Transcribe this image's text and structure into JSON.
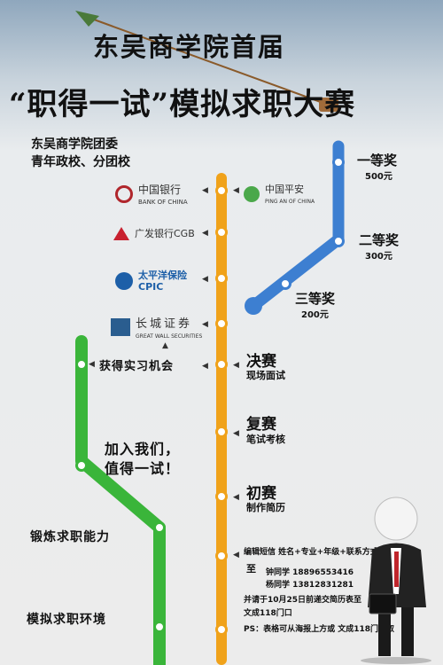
{
  "title_line1": "东吴商学院首届",
  "title_line2": "“职得一试”模拟求职大赛",
  "organizer": [
    "东吴商学院团委",
    "青年政校、分团校"
  ],
  "sponsors": [
    {
      "name": "中国银行",
      "sub": "BANK OF CHINA",
      "icon": "bank-of-china-logo",
      "color": "#b0262c"
    },
    {
      "name": "广发银行CGB",
      "icon": "cgb-logo",
      "color": "#c8202f"
    },
    {
      "name": "太平洋保险 CPIC",
      "icon": "cpic-logo",
      "color": "#1d5fa8"
    },
    {
      "name": "长城证券",
      "sub": "GREAT WALL SECURITIES",
      "icon": "great-wall-securities-logo",
      "color": "#2a5d8f"
    },
    {
      "name": "中国平安",
      "sub": "PING AN OF CHINA",
      "icon": "ping-an-logo",
      "color": "#e46c0a"
    }
  ],
  "prizes": [
    {
      "name": "一等奖",
      "amount": "500元"
    },
    {
      "name": "二等奖",
      "amount": "300元"
    },
    {
      "name": "三等奖",
      "amount": "200元"
    }
  ],
  "stages": [
    {
      "name": "决赛",
      "detail": "现场面试"
    },
    {
      "name": "复赛",
      "detail": "笔试考核"
    },
    {
      "name": "初赛",
      "detail": "制作简历"
    }
  ],
  "benefits": {
    "internship": "获得实习机会",
    "join": [
      "加入我们，",
      "值得一试！"
    ],
    "ability": "锻炼求职能力",
    "environment": "模拟求职环境"
  },
  "registration": {
    "line1": "编辑短信  姓名+专业+年级+联系方式",
    "to": "至",
    "contact1": "钟同学  18896553416",
    "contact2": "杨同学  13812831281",
    "deadline": "并请于10月25日前递交简历表至",
    "office": "文成118门口",
    "ps": "PS：表格可从海报上方或 文成118门口取"
  },
  "colors": {
    "orange": "#f0a21a",
    "green": "#3ab53a",
    "blue": "#3d7fd1"
  }
}
